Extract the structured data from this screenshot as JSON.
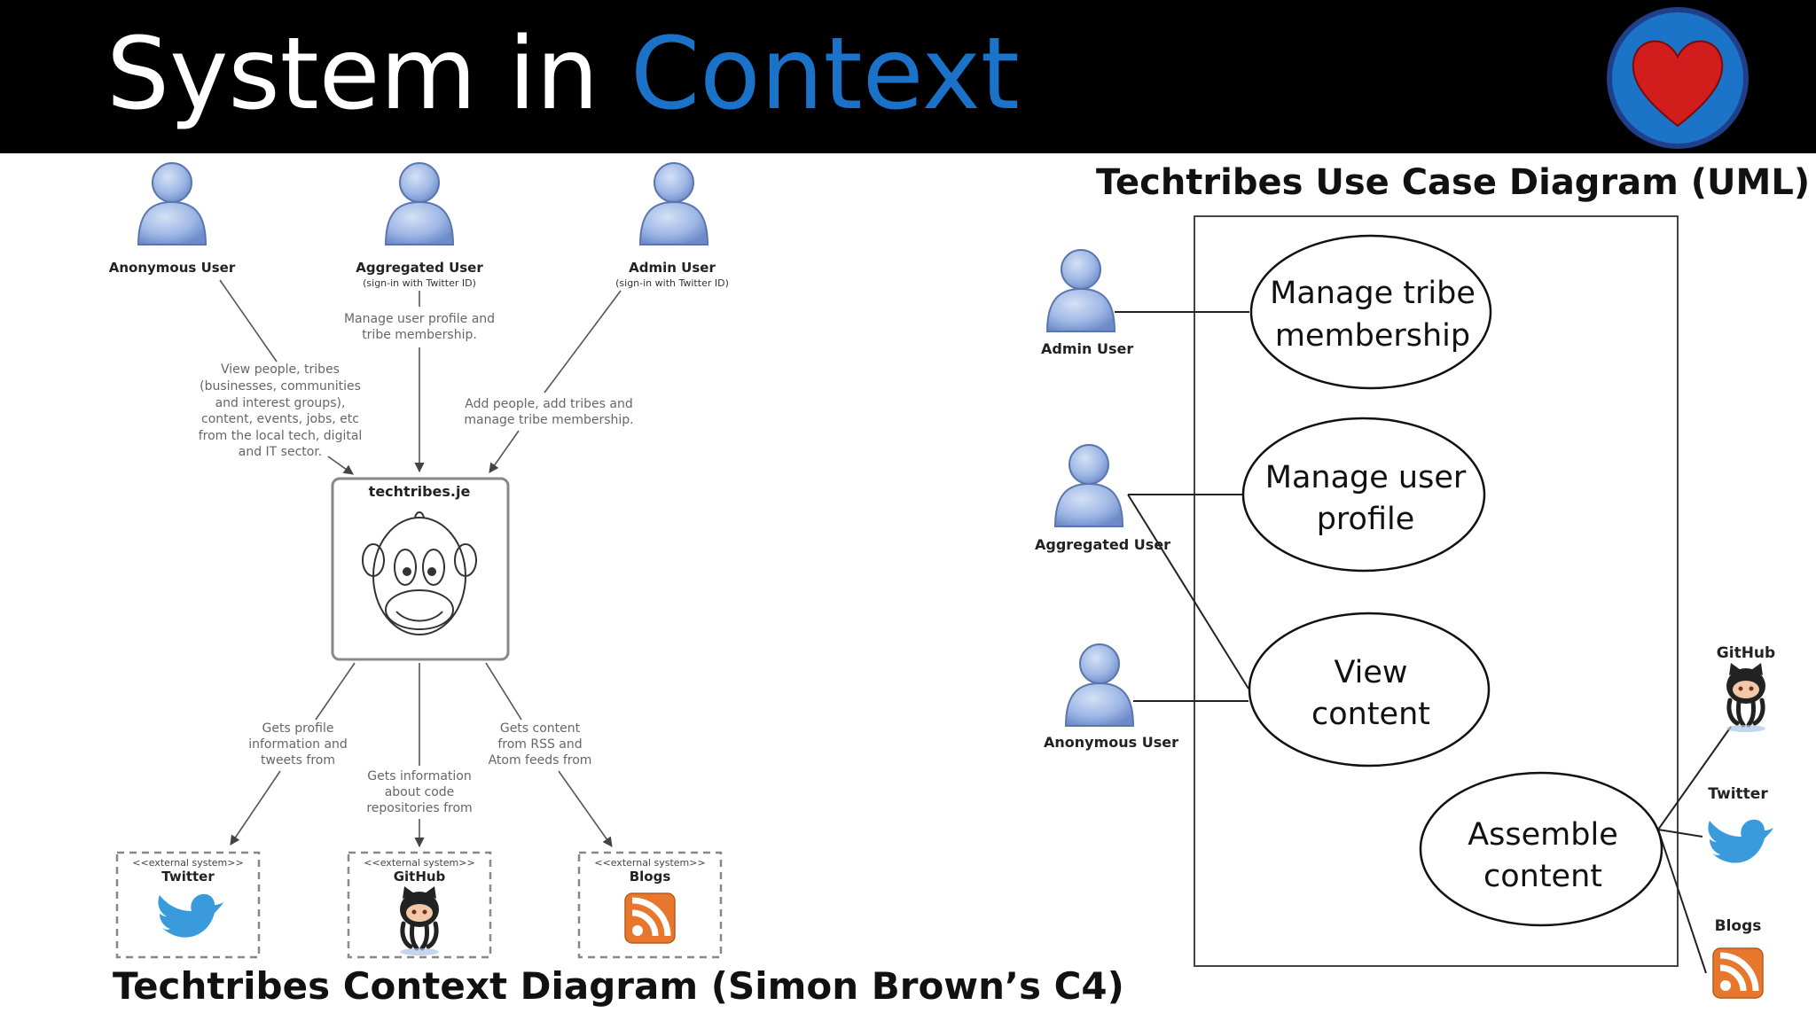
{
  "slide": {
    "title_part1": "System in",
    "title_part2": "Context",
    "accent_color": "#1a73c9",
    "logo_icon": "heart-icon"
  },
  "context_diagram": {
    "caption": "Techtribes Context Diagram (Simon Brown’s C4)",
    "actors": [
      {
        "name": "Anonymous User",
        "note": ""
      },
      {
        "name": "Aggregated User",
        "note": "(sign-in with Twitter ID)"
      },
      {
        "name": "Admin User",
        "note": "(sign-in with Twitter ID)"
      }
    ],
    "system": {
      "name": "techtribes.je",
      "icon": "monkey-icon"
    },
    "external_stereotype": "<<external system>>",
    "externals": [
      {
        "name": "Twitter",
        "icon": "twitter-bird-icon"
      },
      {
        "name": "GitHub",
        "icon": "github-octocat-icon"
      },
      {
        "name": "Blogs",
        "icon": "rss-icon"
      }
    ],
    "labels": {
      "aggregated": [
        "Manage user profile and",
        "tribe membership."
      ],
      "anonymous": [
        "View people, tribes",
        "(businesses, communities",
        "and interest groups),",
        "content, events, jobs, etc",
        "from the local tech, digital",
        "and IT sector."
      ],
      "admin": [
        "Add people, add tribes and",
        "manage tribe membership."
      ],
      "twitter": [
        "Gets profile",
        "information and",
        "tweets from"
      ],
      "github": [
        "Gets information",
        "about code",
        "repositories from"
      ],
      "blogs": [
        "Gets content",
        "from RSS and",
        "Atom feeds from"
      ]
    }
  },
  "use_case_diagram": {
    "title": "Techtribes Use Case Diagram (UML)",
    "actors": [
      {
        "name": "Admin User"
      },
      {
        "name": "Aggregated User"
      },
      {
        "name": "Anonymous User"
      }
    ],
    "use_cases": [
      {
        "lines": [
          "Manage tribe",
          "membership"
        ]
      },
      {
        "lines": [
          "Manage user",
          "profile"
        ]
      },
      {
        "lines": [
          "View",
          "content"
        ]
      },
      {
        "lines": [
          "Assemble",
          "content"
        ]
      }
    ],
    "external_systems": [
      {
        "name": "GitHub",
        "icon": "github-octocat-icon"
      },
      {
        "name": "Twitter",
        "icon": "twitter-bird-icon"
      },
      {
        "name": "Blogs",
        "icon": "rss-icon"
      }
    ]
  }
}
